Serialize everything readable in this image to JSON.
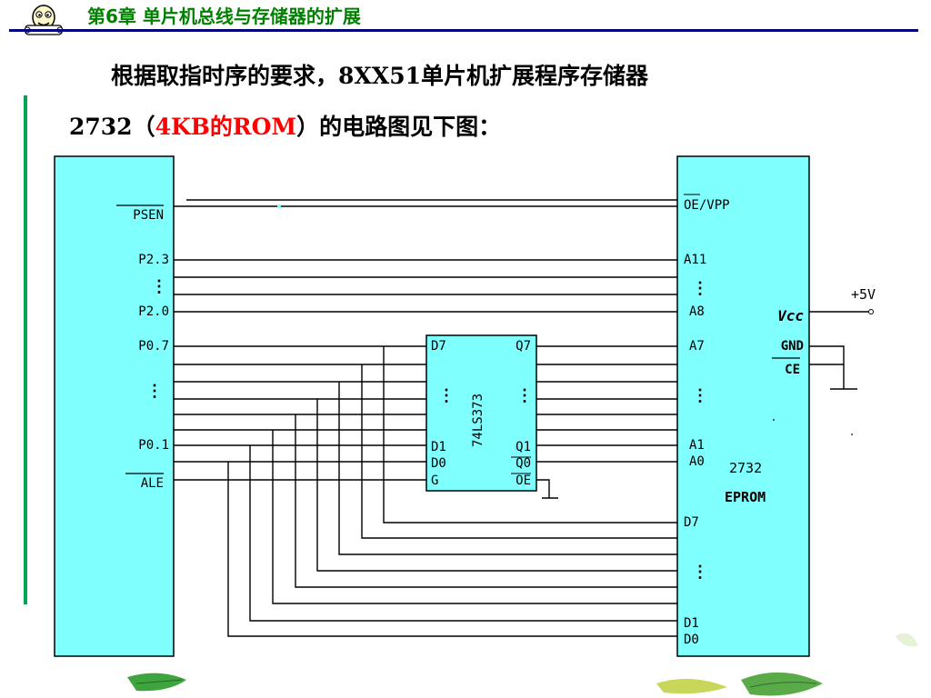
{
  "header": {
    "title": "第6章  单片机总线与存储器的扩展"
  },
  "intro": {
    "text_a": "根据取指时序的要求，8XX51单片机扩展程序存储器",
    "text_b": "2732（",
    "text_red": "4KB的ROM",
    "text_c": "）的电路图见下图："
  },
  "colors": {
    "chip_fill": "#80ffff",
    "wire": "#000000",
    "header_text": "#008000",
    "header_rule": "#000080",
    "accent_red": "#ff0000"
  },
  "diagram": {
    "mcu_pins": {
      "psen": "PSEN",
      "p23": "P2.3",
      "p20": "P2.0",
      "p07": "P0.7",
      "p01": "P0.1",
      "ale": "ALE",
      "dots_a": "⋮",
      "dots_b": "⋮"
    },
    "latch": {
      "name": "74LS373",
      "d7": "D7",
      "q7": "Q7",
      "d1": "D1",
      "q1": "Q1",
      "d0": "D0",
      "q0": "Q0",
      "g": "G",
      "oe": "OE",
      "dots_a": "⋮",
      "dots_b": "⋮"
    },
    "eprom": {
      "oe_vpp": "OE/VPP",
      "oe_bar": "OE",
      "a11": "A11",
      "a8": "A8",
      "a7": "A7",
      "a1": "A1",
      "a0": "A0",
      "vcc": "Vcc",
      "gnd": "GND",
      "ce": "CE",
      "part": "2732",
      "type": "EPROM",
      "d7": "D7",
      "d1": "D1",
      "d0": "D0",
      "dots_a": "⋮",
      "dots_b": "⋮",
      "dots_c": "⋮"
    },
    "power": {
      "label": "+5V"
    }
  }
}
